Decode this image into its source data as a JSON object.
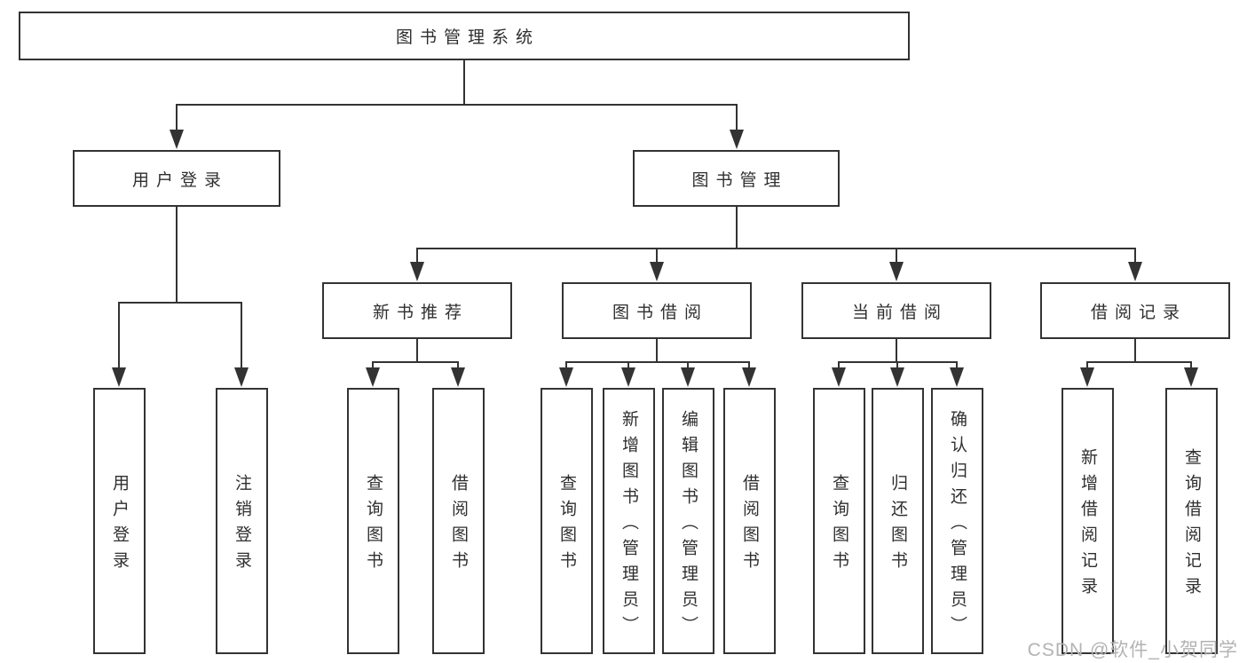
{
  "watermark": "CSDN @软件_小贺同学",
  "colors": {
    "line": "#333333",
    "box_border": "#333333",
    "text": "#2f2f2f",
    "watermark": "#b3b3b3",
    "background": "#ffffff"
  },
  "tree": {
    "root": "图书管理系统",
    "children": [
      {
        "label": "用户登录",
        "children": [
          "用户登录",
          "注销登录"
        ]
      },
      {
        "label": "图书管理",
        "children": [
          {
            "label": "新书推荐",
            "children": [
              "查询图书",
              "借阅图书"
            ]
          },
          {
            "label": "图书借阅",
            "children": [
              "查询图书",
              "新增图书（管理员）",
              "编辑图书（管理员）",
              "借阅图书"
            ]
          },
          {
            "label": "当前借阅",
            "children": [
              "查询图书",
              "归还图书",
              "确认归还（管理员）"
            ]
          },
          {
            "label": "借阅记录",
            "children": [
              "新增借阅记录",
              "查询借阅记录"
            ]
          }
        ]
      }
    ]
  }
}
